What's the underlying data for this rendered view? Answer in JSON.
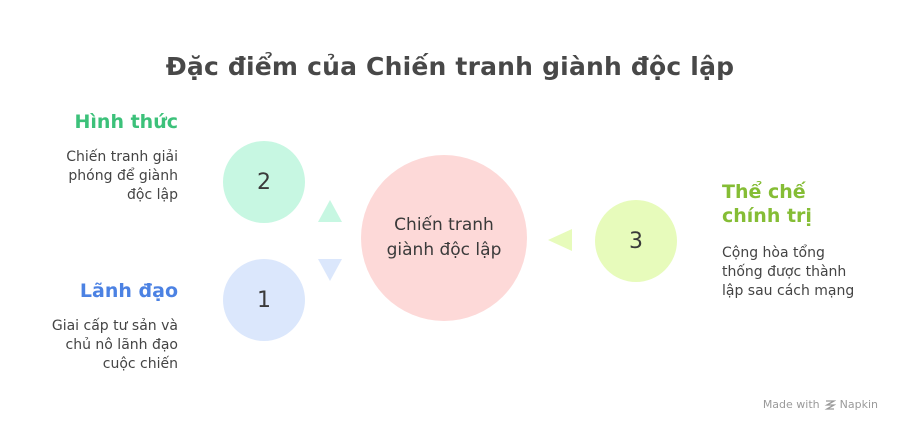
{
  "title": "Đặc điểm của Chiến tranh giành độc lập",
  "center": {
    "label": "Chiến tranh giành độc lập",
    "color": "#fdd9d8"
  },
  "items": [
    {
      "number": "2",
      "heading": "Hình thức",
      "heading_color": "#3cc17a",
      "circle_color": "#c7f7e2",
      "description_lines": [
        "Chiến tranh giải",
        "phóng để giành",
        "độc lập"
      ]
    },
    {
      "number": "1",
      "heading": "Lãnh đạo",
      "heading_color": "#4c82e3",
      "circle_color": "#dbe7fc",
      "description_lines": [
        "Giai cấp tư sản và",
        "chủ nô lãnh đạo",
        "cuộc chiến"
      ]
    },
    {
      "number": "3",
      "heading_lines": [
        "Thể chế",
        "chính trị"
      ],
      "heading_color": "#85bd35",
      "circle_color": "#e7fbbb",
      "description_lines": [
        "Cộng hòa tổng",
        "thống được thành",
        "lập sau cách mạng"
      ]
    }
  ],
  "footer": {
    "made_with": "Made with",
    "brand": "Napkin"
  }
}
